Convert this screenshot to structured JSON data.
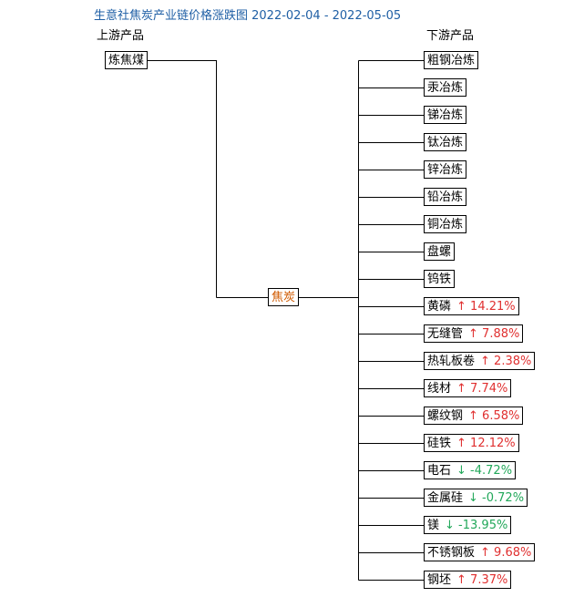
{
  "title": "生意社焦炭产业链价格涨跌图 2022-02-04 - 2022-05-05",
  "upstream_header": "上游产品",
  "downstream_header": "下游产品",
  "center": "焦炭",
  "upstream": [
    {
      "name": "炼焦煤"
    }
  ],
  "downstream": [
    {
      "name": "粗钢冶炼",
      "change": ""
    },
    {
      "name": "汞冶炼",
      "change": ""
    },
    {
      "name": "锑冶炼",
      "change": ""
    },
    {
      "name": "钛冶炼",
      "change": ""
    },
    {
      "name": "锌冶炼",
      "change": ""
    },
    {
      "name": "铅冶炼",
      "change": ""
    },
    {
      "name": "铜冶炼",
      "change": ""
    },
    {
      "name": "盘螺",
      "change": ""
    },
    {
      "name": "钨铁",
      "change": ""
    },
    {
      "name": "黄磷",
      "change": "14.21%",
      "dir": "up"
    },
    {
      "name": "无缝管",
      "change": "7.88%",
      "dir": "up"
    },
    {
      "name": "热轧板卷",
      "change": "2.38%",
      "dir": "up"
    },
    {
      "name": "线材",
      "change": "7.74%",
      "dir": "up"
    },
    {
      "name": "螺纹钢",
      "change": "6.58%",
      "dir": "up"
    },
    {
      "name": "硅铁",
      "change": "12.12%",
      "dir": "up"
    },
    {
      "name": "电石",
      "change": "-4.72%",
      "dir": "down"
    },
    {
      "name": "金属硅",
      "change": "-0.72%",
      "dir": "down"
    },
    {
      "name": "镁",
      "change": "-13.95%",
      "dir": "down"
    },
    {
      "name": "不锈钢板",
      "change": "9.68%",
      "dir": "up"
    },
    {
      "name": "钢坯",
      "change": "7.37%",
      "dir": "up"
    }
  ],
  "colors": {
    "up": "#e03030",
    "down": "#22a85a",
    "title": "#1f5fa5",
    "center": "#d05a00"
  }
}
